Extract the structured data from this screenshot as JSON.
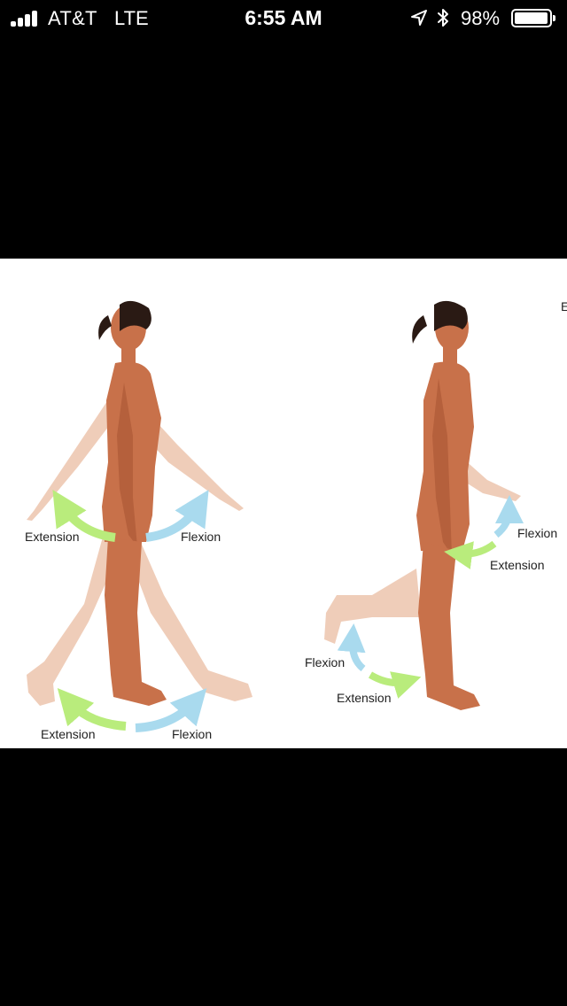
{
  "status_bar": {
    "carrier": "AT&T",
    "network": "LTE",
    "time": "6:55 AM",
    "battery_percent": "98%",
    "battery_level": 0.98,
    "icons": [
      "signal-bars-icon",
      "location-arrow-icon",
      "bluetooth-icon",
      "battery-icon"
    ]
  },
  "image": {
    "labels": {
      "left_arm_extension": "Extension",
      "left_arm_flexion": "Flexion",
      "left_leg_extension": "Extension",
      "left_leg_flexion": "Flexion",
      "right_arm_flexion": "Flexion",
      "right_arm_extension": "Extension",
      "right_leg_flexion": "Flexion",
      "right_leg_extension": "Extension",
      "cropped_edge": "E"
    },
    "colors": {
      "extension_arrow": "#b9ec7c",
      "flexion_arrow": "#a9daee",
      "skin": "#c8714a",
      "skin_ghost": "#ebc1a8",
      "hair": "#2a1a14"
    }
  }
}
